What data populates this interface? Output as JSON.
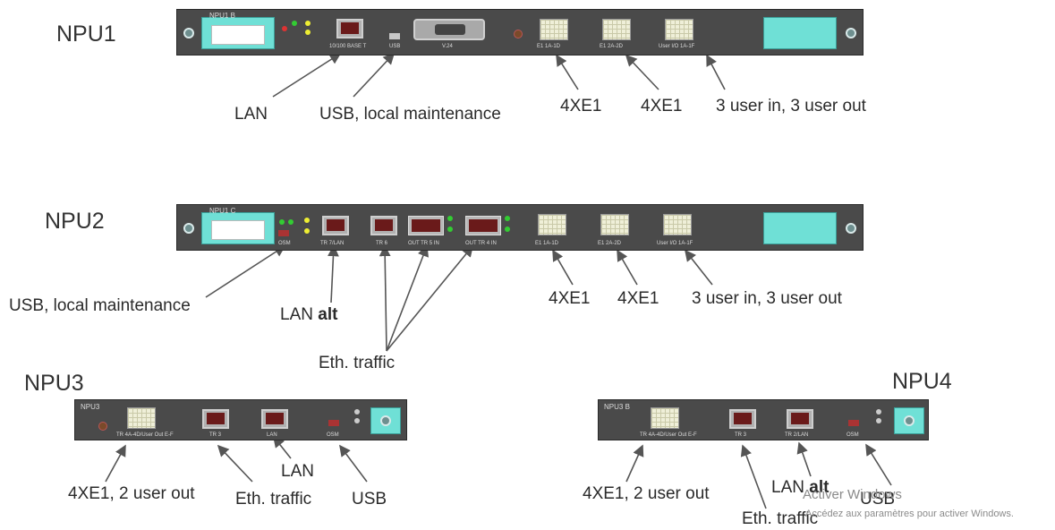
{
  "npu1": {
    "title": "NPU1",
    "panel_label": "NPU1 B",
    "ports": [
      "10/100 BASE T",
      "USB",
      "V.24",
      "E1 1A-1D",
      "E1 2A-2D",
      "User I/O 1A-1F"
    ],
    "annotations": {
      "lan": "LAN",
      "usb": "USB, local maintenance",
      "e1_a": "4XE1",
      "e1_b": "4XE1",
      "user_io": "3 user in, 3 user out"
    }
  },
  "npu2": {
    "title": "NPU2",
    "panel_label": "NPU1 C",
    "ports": [
      "OSM",
      "TR 7/LAN",
      "TR 6",
      "OUT TR 5 IN",
      "OUT TR 4 IN",
      "E1 1A-1D",
      "E1 2A-2D",
      "User I/O 1A-1F"
    ],
    "annotations": {
      "usb": "USB, local maintenance",
      "lan_prefix": "LAN",
      "lan_suffix": "alt",
      "eth": "Eth. traffic",
      "e1_a": "4XE1",
      "e1_b": "4XE1",
      "user_io": "3 user in, 3 user out"
    }
  },
  "npu3": {
    "title": "NPU3",
    "panel_label": "NPU3",
    "ports": [
      "TR 4A-4D/User Out E-F",
      "TR 3",
      "LAN",
      "OSM"
    ],
    "annotations": {
      "e1": "4XE1, 2 user out",
      "eth": "Eth. traffic",
      "lan": "LAN",
      "usb": "USB"
    }
  },
  "npu4": {
    "title": "NPU4",
    "panel_label": "NPU3 B",
    "ports": [
      "TR 4A-4D/User Out E-F",
      "TR 3",
      "TR 2/LAN",
      "OSM"
    ],
    "annotations": {
      "e1": "4XE1, 2 user out",
      "eth": "Eth. traffic",
      "lan_prefix": "LAN",
      "lan_suffix": "alt",
      "usb": "USB"
    }
  },
  "watermark": {
    "line1": "Activer Windows",
    "line2": "Accédez aux paramètres pour activer Windows."
  }
}
